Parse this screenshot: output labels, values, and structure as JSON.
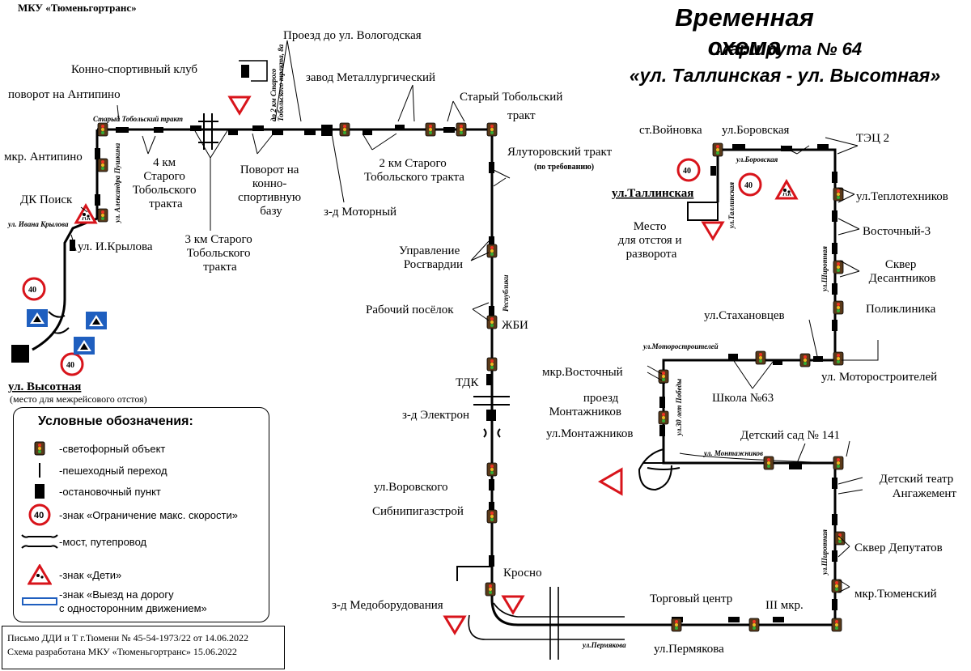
{
  "header": {
    "organization": "МКУ «Тюменьгортранс»",
    "title_line1": "Временная схема",
    "title_line2": "маршрута № 64",
    "title_line3": "«ул. Таллинская - ул. Высотная»"
  },
  "stops": {
    "proezd_vologodskaya": "Проезд до ул. Вологодская",
    "konno_club": "Конно-спортивный клуб",
    "zavod_metallurg": "завод Металлургический",
    "staryi_tobolsky": "Старый Тобольский",
    "trakt": "тракт",
    "povorot_antipino": "поворот на Антипино",
    "mkr_antipino": "мкр. Антипино",
    "dk_poisk": "ДК Поиск",
    "ul_krylova": "ул. И.Крылова",
    "km4": [
      "4 км",
      "Старого",
      "Тобольского",
      "тракта"
    ],
    "km3": [
      "3 км Старого",
      "Тобольского",
      "тракта"
    ],
    "povorot_konno": [
      "Поворот на",
      "конно-",
      "спортивную",
      "базу"
    ],
    "km2": [
      "2 км Старого",
      "Тобольского тракта"
    ],
    "z_motornyi": "з-д Моторный",
    "yalutorovsky": "Ялуторовский тракт",
    "po_trebovaniyu": "(по требованию)",
    "rosgvardia": [
      "Управление",
      "Росгвардии"
    ],
    "rabochiy": "Рабочий посёлок",
    "zhbi": "ЖБИ",
    "tdk": "ТДК",
    "z_elektron": "з-д Электрон",
    "vorovskogo": "ул.Воровского",
    "sibnipi": "Сибнипигазстрой",
    "krosno": "Кросно",
    "medoborud": "з-д Медоборудования",
    "torg_centr": "Торговый центр",
    "iii_mkr": "III мкр.",
    "ul_permyakova": "ул.Пермякова",
    "mkr_tyumensky": "мкр.Тюменский",
    "skver_deputatov": "Сквер Депутатов",
    "teatr": [
      "Детский театр",
      "Ангажемент"
    ],
    "detsad": "Детский сад № 141",
    "montazhnikov": "ул.Монтажников",
    "proezd_montazhnikov": [
      "проезд",
      "Монтажников"
    ],
    "mkr_vostochny": "мкр.Восточный",
    "shkola63": "Школа №63",
    "stakhanovtsev": "ул.Стахановцев",
    "motorostroitelei": "ул. Моторостроителей",
    "poliklinika": "Поликлиника",
    "skver_desant": [
      "Сквер",
      "Десантников"
    ],
    "vostochny3": "Восточный-3",
    "teplotekhnikov": "ул.Теплотехников",
    "tec2": "ТЭЦ 2",
    "borovskaya": "ул.Боровская",
    "voinovka": "ст.Войновка",
    "tallinskaya": "ул.Таллинская",
    "otstoy": [
      "Место",
      "для отстоя и",
      "разворота"
    ],
    "vysotnaya": "ул. Высотная",
    "vysotnaya_sub": "(место для межрейсового отстоя)"
  },
  "streets": {
    "staryi_tobolsky_trakt": "Старый Тобольский тракт",
    "ivana_krylova": "ул. Ивана Крылова",
    "al_pushkina": "ул. Александра Пушкина",
    "km2_sign": "до 2 км Старого",
    "km2_sign2": "Тобольского тракта, 8а",
    "respubliki": "Республики",
    "permyakova": "ул.Пермякова",
    "shirotnaya": "ул.Широтная",
    "montazhnikov": "ул. Монтажников",
    "let30_pobedy": "ул.30 лет Победы",
    "motorostroitelei": "ул.Моторостроителей",
    "borovskaya": "ул.Боровская",
    "tallinskaya": "ул.Таллинская"
  },
  "signs": {
    "speed_limit": "40"
  },
  "legend": {
    "title": "Условные обозначения:",
    "items": [
      {
        "icon": "traffic-light-icon",
        "text": "-светофорный объект"
      },
      {
        "icon": "crosswalk-icon",
        "text": "-пешеходный переход"
      },
      {
        "icon": "bus-stop-icon",
        "text": "-остановочный пункт"
      },
      {
        "icon": "speed-limit-icon",
        "text": "-знак «Ограничение макс. скорости»"
      },
      {
        "icon": "bridge-icon",
        "text": "-мост, путепровод"
      },
      {
        "icon": "children-sign-icon",
        "text": "-знак «Дети»"
      },
      {
        "icon": "one-way-sign-icon",
        "text": "-знак «Выезд на дорогу\nс односторонним движением»"
      }
    ]
  },
  "footer": {
    "line1": "Письмо ДДИ и Т г.Тюмени № 45-54-1973/22 от 14.06.2022",
    "line2": "Схема разработана МКУ «Тюменьгортранс» 15.06.2022"
  },
  "colors": {
    "sign_red": "#d8141b",
    "sign_blue": "#1f5fbf",
    "route": "#000000"
  }
}
